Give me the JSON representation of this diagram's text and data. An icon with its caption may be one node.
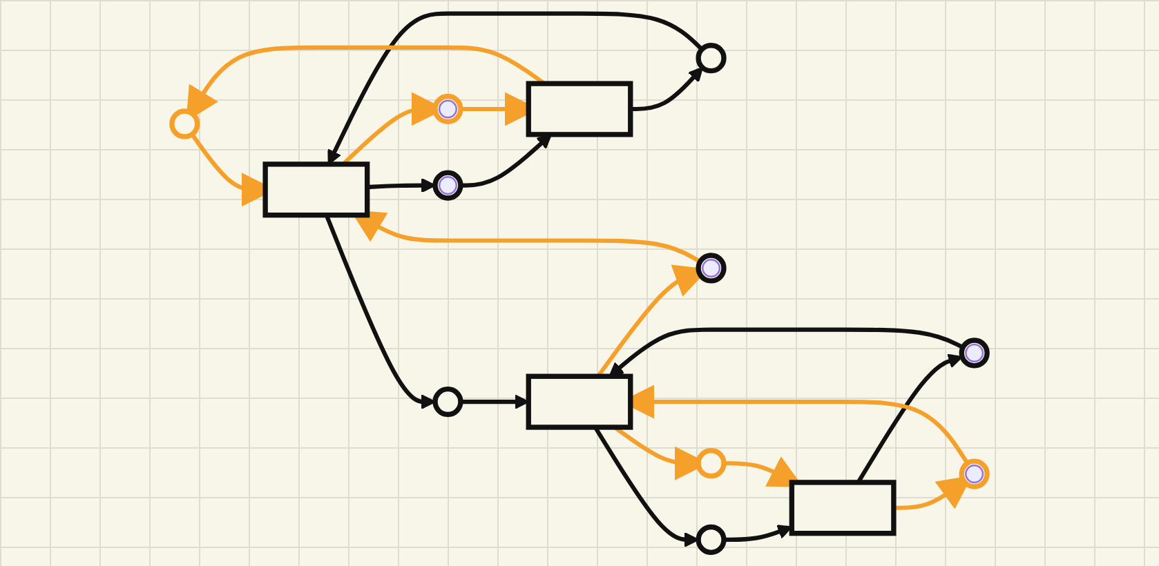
{
  "diagram": {
    "nodes": [
      {
        "text": [],
        "shape": "circle"
      },
      {
        "text": [],
        "shape": "circle"
      },
      {
        "text": [],
        "shape": "box"
      },
      {
        "text": [],
        "shape": "box"
      },
      {
        "text": [],
        "shape": "circle"
      },
      {
        "text": [],
        "shape": "circle"
      },
      {
        "text": [],
        "shape": "circle"
      },
      {
        "text": [],
        "shape": "circle"
      },
      {
        "text": [],
        "shape": "circle"
      },
      {
        "text": [],
        "shape": "circle"
      },
      {
        "text": [],
        "shape": "box"
      },
      {
        "text": [],
        "shape": "box"
      },
      {
        "text": [],
        "shape": "circle"
      },
      {
        "text": [],
        "shape": "circle"
      }
    ],
    "edges": [
      {
        "from": 3,
        "to": 1,
        "arrow": "to"
      },
      {
        "from": 1,
        "to": 2,
        "arrow": "to"
      },
      {
        "from": 2,
        "to": 4,
        "arrow": "to"
      },
      {
        "from": 4,
        "to": 3,
        "arrow": "to"
      },
      {
        "from": 2,
        "to": 0,
        "arrow": "to",
        "color": "#f5a02a"
      },
      {
        "from": 0,
        "to": 3,
        "arrow": "to",
        "color": "#f5a02a"
      },
      {
        "from": 3,
        "to": 5,
        "arrow": "to",
        "color": "#f5a02a"
      },
      {
        "from": 5,
        "to": 2,
        "arrow": "to",
        "color": "#f5a02a"
      },
      {
        "from": 3,
        "to": 6,
        "arrow": "to"
      },
      {
        "from": 6,
        "to": 10,
        "arrow": "to"
      },
      {
        "from": 10,
        "to": 7,
        "arrow": "to",
        "color": "#f5a02a"
      },
      {
        "from": 7,
        "to": 3,
        "arrow": "to",
        "color": "#f5a02a"
      },
      {
        "from": 11,
        "to": 9,
        "arrow": "to"
      },
      {
        "from": 9,
        "to": 10,
        "arrow": "to"
      },
      {
        "from": 10,
        "to": 12,
        "arrow": "to"
      },
      {
        "from": 12,
        "to": 11,
        "arrow": "to"
      },
      {
        "from": 10,
        "to": 8,
        "arrow": "to",
        "color": "#f5a02a"
      },
      {
        "from": 8,
        "to": 11,
        "arrow": "to",
        "color": "#f5a02a"
      },
      {
        "from": 11,
        "to": 13,
        "arrow": "to",
        "color": "#f5a02a"
      },
      {
        "from": 13,
        "to": 10,
        "arrow": "to",
        "color": "#f5a02a"
      }
    ]
  }
}
